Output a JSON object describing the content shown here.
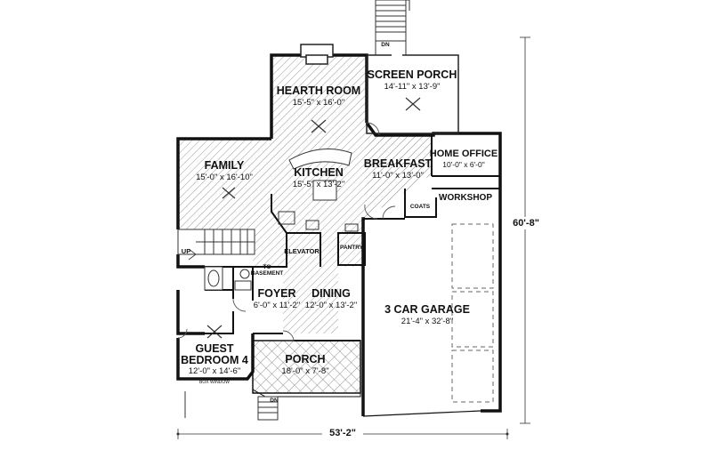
{
  "rooms": {
    "hearth": {
      "name": "HEARTH ROOM",
      "dims": "15'-5\" x 16'-0\""
    },
    "screen_porch": {
      "name": "SCREEN PORCH",
      "dims": "14'-11\" x 13'-9\""
    },
    "family": {
      "name": "FAMILY",
      "dims": "15'-0\" x 16'-10\""
    },
    "kitchen": {
      "name": "KITCHEN",
      "dims": "15'-5\" x 13'-2\""
    },
    "breakfast": {
      "name": "BREAKFAST",
      "dims": "11'-0\" x 13'-0\""
    },
    "home_office": {
      "name": "HOME OFFICE",
      "dims": "10'-0\" x 6'-0\""
    },
    "workshop": {
      "name": "WORKSHOP"
    },
    "foyer": {
      "name": "FOYER",
      "dims": "6'-0\" x 11'-2\""
    },
    "dining": {
      "name": "DINING",
      "dims": "12'-0\" x 13'-2\""
    },
    "garage": {
      "name": "3 CAR GARAGE",
      "dims": "21'-4\" x 32'-8\""
    },
    "guest": {
      "name_line1": "GUEST",
      "name_line2": "BEDROOM 4",
      "dims": "12'-0\" x 14'-6\""
    },
    "porch": {
      "name": "PORCH",
      "dims": "18'-0\" x 7'-8\""
    }
  },
  "small_labels": {
    "elevator": "ELEVATOR",
    "pantry": "PANTRY",
    "coats": "COATS",
    "to_basement_1": "TO",
    "to_basement_2": "BASEMENT",
    "up": "UP",
    "dn_top": "DN",
    "dn_bottom": "DN",
    "box_window": "BOX WINDOW"
  },
  "overall": {
    "width": "53'-2\"",
    "depth": "60'-8\""
  },
  "colors": {
    "wall": "#111111",
    "hatch": "#8c8c8c",
    "line": "#444444",
    "background": "#ffffff"
  }
}
